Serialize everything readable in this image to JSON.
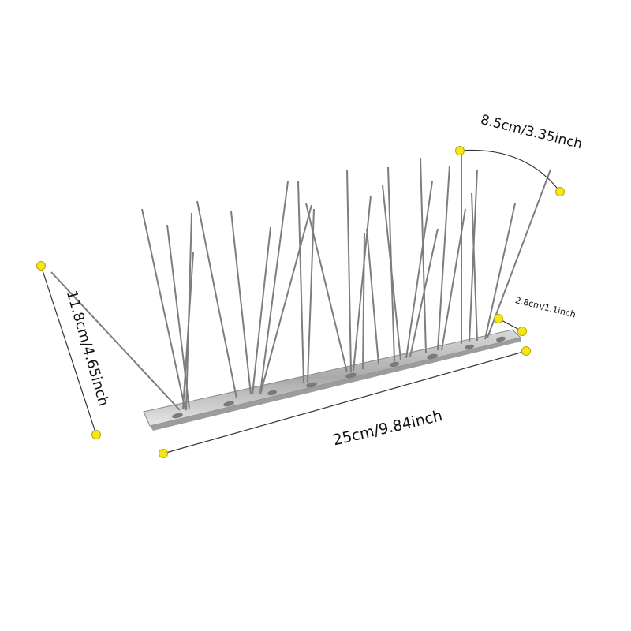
{
  "product": {
    "name": "stainless steel bird spike strip",
    "colors": {
      "background": "#ffffff",
      "metal": "#b8b8b8",
      "metal_dark": "#6e6e6e",
      "marker": "#f5e614",
      "dimension_line": "#222222"
    }
  },
  "dimensions": {
    "length": "25cm/9.84inch",
    "height": "11.8cm/4.65inch",
    "spike_spread": "8.5cm/3.35inch",
    "base_width": "2.8cm/1.1inch"
  }
}
